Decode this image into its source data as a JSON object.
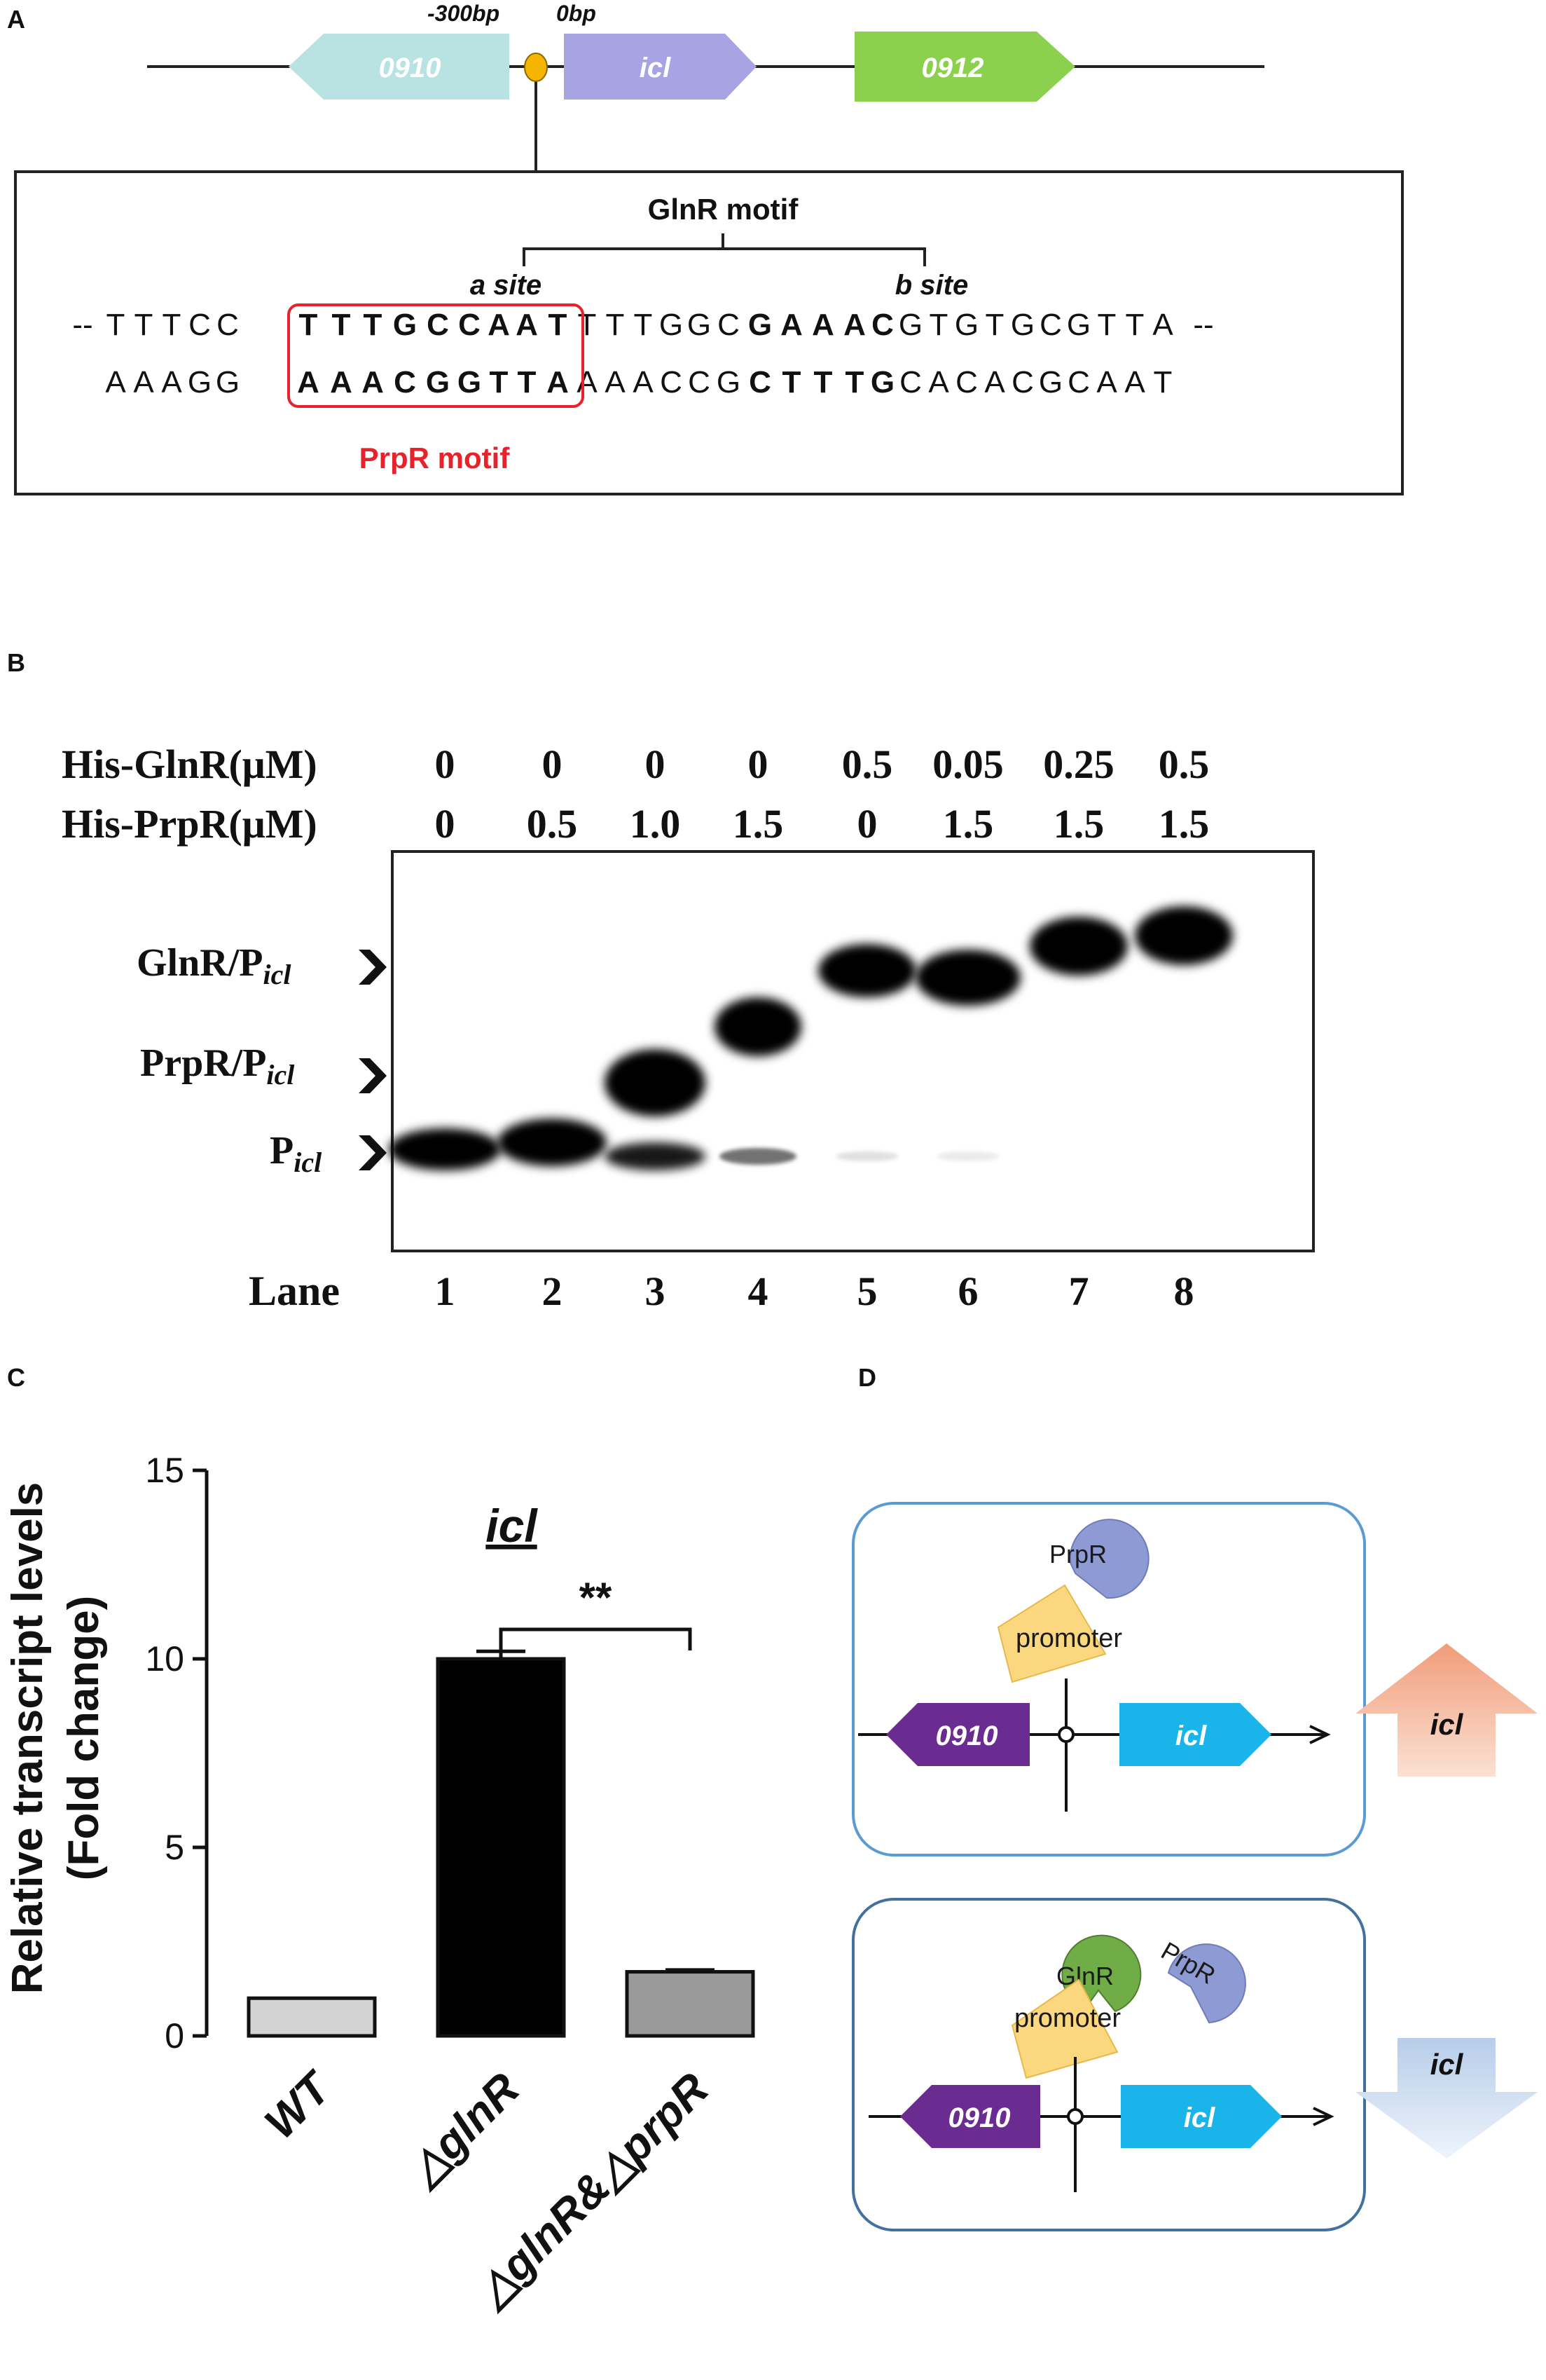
{
  "panels": {
    "a": "A",
    "b": "B",
    "c": "C",
    "d": "D"
  },
  "panel_a": {
    "genes": {
      "g1": "0910",
      "g2": "icl",
      "g3": "0912"
    },
    "pos_minus300": "-300bp",
    "pos_zero": "0bp",
    "glnr_motif": "GlnR motif",
    "a_site": "a site",
    "b_site": "b site",
    "prpr_motif": "PrpR motif",
    "top_strand": [
      {
        "t": "--",
        "b": false
      },
      {
        "t": "T",
        "b": false
      },
      {
        "t": "T",
        "b": false
      },
      {
        "t": "T",
        "b": false
      },
      {
        "t": "C",
        "b": false
      },
      {
        "t": "C",
        "b": false
      },
      {
        "t": "T",
        "b": true
      },
      {
        "t": "T",
        "b": true
      },
      {
        "t": "T",
        "b": true
      },
      {
        "t": "G",
        "b": true
      },
      {
        "t": "C",
        "b": true
      },
      {
        "t": "C",
        "b": true
      },
      {
        "t": "A",
        "b": true
      },
      {
        "t": "A",
        "b": true
      },
      {
        "t": "T",
        "b": true
      },
      {
        "t": "T",
        "b": false
      },
      {
        "t": "T",
        "b": false
      },
      {
        "t": "T",
        "b": false
      },
      {
        "t": "G",
        "b": false
      },
      {
        "t": "G",
        "b": false
      },
      {
        "t": "C",
        "b": false
      },
      {
        "t": "G",
        "b": true
      },
      {
        "t": "A",
        "b": true
      },
      {
        "t": "A",
        "b": true
      },
      {
        "t": "A",
        "b": true
      },
      {
        "t": "C",
        "b": true
      },
      {
        "t": "G",
        "b": false
      },
      {
        "t": "T",
        "b": false
      },
      {
        "t": "G",
        "b": false
      },
      {
        "t": "T",
        "b": false
      },
      {
        "t": "G",
        "b": false
      },
      {
        "t": "C",
        "b": false
      },
      {
        "t": "G",
        "b": false
      },
      {
        "t": "T",
        "b": false
      },
      {
        "t": "T",
        "b": false
      },
      {
        "t": "A",
        "b": false
      },
      {
        "t": "--",
        "b": false
      }
    ],
    "bottom_strand": [
      {
        "t": "A",
        "b": false
      },
      {
        "t": "A",
        "b": false
      },
      {
        "t": "A",
        "b": false
      },
      {
        "t": "G",
        "b": false
      },
      {
        "t": "G",
        "b": false
      },
      {
        "t": "A",
        "b": true
      },
      {
        "t": "A",
        "b": true
      },
      {
        "t": "A",
        "b": true
      },
      {
        "t": "C",
        "b": true
      },
      {
        "t": "G",
        "b": true
      },
      {
        "t": "G",
        "b": true
      },
      {
        "t": "T",
        "b": true
      },
      {
        "t": "T",
        "b": true
      },
      {
        "t": "A",
        "b": true
      },
      {
        "t": "A",
        "b": false
      },
      {
        "t": "A",
        "b": false
      },
      {
        "t": "A",
        "b": false
      },
      {
        "t": "C",
        "b": false
      },
      {
        "t": "C",
        "b": false
      },
      {
        "t": "G",
        "b": false
      },
      {
        "t": "C",
        "b": true
      },
      {
        "t": "T",
        "b": true
      },
      {
        "t": "T",
        "b": true
      },
      {
        "t": "T",
        "b": true
      },
      {
        "t": "G",
        "b": true
      },
      {
        "t": "C",
        "b": false
      },
      {
        "t": "A",
        "b": false
      },
      {
        "t": "C",
        "b": false
      },
      {
        "t": "A",
        "b": false
      },
      {
        "t": "C",
        "b": false
      },
      {
        "t": "G",
        "b": false
      },
      {
        "t": "C",
        "b": false
      },
      {
        "t": "A",
        "b": false
      },
      {
        "t": "A",
        "b": false
      },
      {
        "t": "T",
        "b": false
      }
    ]
  },
  "panel_b": {
    "row1_label": "His-GlnR(μM)",
    "row2_label": "His-PrpR(μM)",
    "glnr_conc": [
      "0",
      "0",
      "0",
      "0",
      "0.5",
      "0.05",
      "0.25",
      "0.5"
    ],
    "prpr_conc": [
      "0",
      "0.5",
      "1.0",
      "1.5",
      "0",
      "1.5",
      "1.5",
      "1.5"
    ],
    "band_glnr": "GlnR/P",
    "band_prpr": "PrpR/P",
    "band_free": "P",
    "subscript": "icl",
    "lane_label": "Lane",
    "lanes": [
      "1",
      "2",
      "3",
      "4",
      "5",
      "6",
      "7",
      "8"
    ]
  },
  "panel_d": {
    "top": {
      "protein": "PrpR",
      "promoter": "promoter",
      "left_gene": "0910",
      "right_gene": "icl",
      "arrow": "icl"
    },
    "bottom": {
      "protein1": "GlnR",
      "protein2": "PrpR",
      "promoter": "promoter",
      "left_gene": "0910",
      "right_gene": "icl",
      "arrow": "icl"
    }
  },
  "chart_data": {
    "type": "bar",
    "title": "icl",
    "ylabel_line1": "Relative transcript levels",
    "ylabel_line2": "(Fold change)",
    "ylim": [
      0,
      15
    ],
    "yticks": [
      "0",
      "5",
      "10",
      "15"
    ],
    "categories": [
      "WT",
      "△glnR",
      "△glnR&△prpR"
    ],
    "values": [
      1.0,
      10.0,
      1.7
    ],
    "errors": [
      0.0,
      0.2,
      0.05
    ],
    "bar_colors": [
      "#d3d3d3",
      "#000000",
      "#9a9a9a"
    ],
    "significance": "**"
  },
  "colors": {
    "gene_0910_a": "#b9e2e2",
    "gene_icl_a": "#a8a4e4",
    "gene_0912_a": "#8cd14e",
    "site_dot": "#f4b400",
    "prpr_box": "#e8222a",
    "gene_0910_d": "#6a2c91",
    "gene_icl_d": "#18b4ea",
    "prpr_protein": "#8e9ad4",
    "glnr_protein": "#70ad47",
    "promoter": "#fbd880",
    "up_arrow": "#f3a888",
    "down_arrow": "#c7daf4",
    "box_border": "#5b9bd5"
  }
}
